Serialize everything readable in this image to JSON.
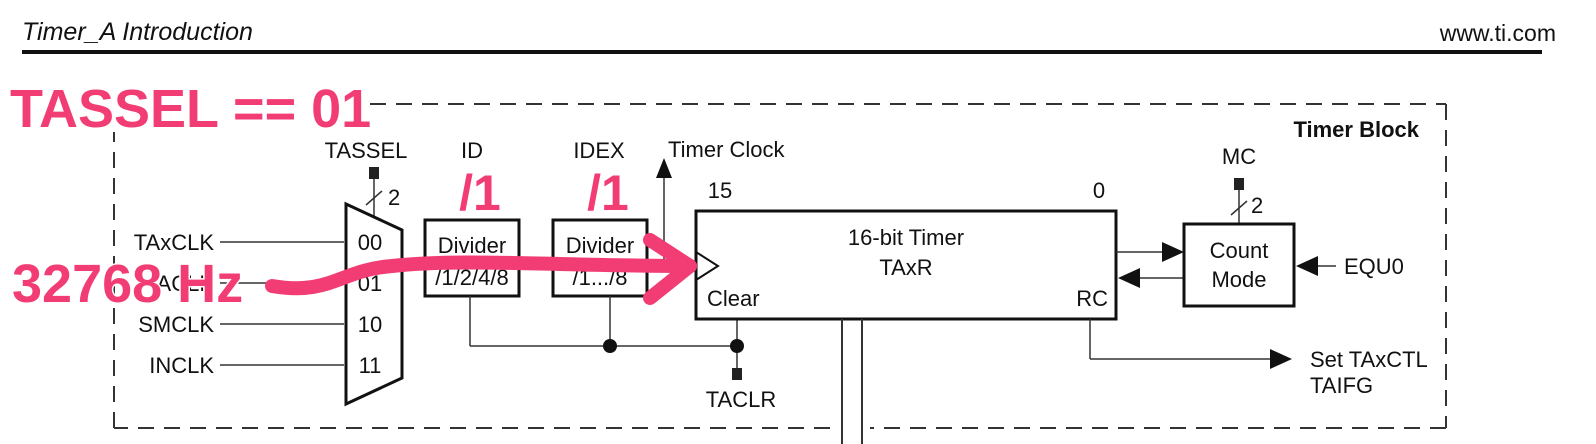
{
  "header": {
    "title": "Timer_A Introduction",
    "url": "www.ti.com"
  },
  "diagram": {
    "block_title": "Timer Block",
    "mux": {
      "label": "TASSEL",
      "bus_width": "2",
      "inputs": [
        {
          "signal": "TAxCLK",
          "code": "00"
        },
        {
          "signal": "ACLK",
          "code": "01"
        },
        {
          "signal": "SMCLK",
          "code": "10"
        },
        {
          "signal": "INCLK",
          "code": "11"
        }
      ]
    },
    "id_divider": {
      "control": "ID",
      "name": "Divider",
      "ratios": "/1/2/4/8"
    },
    "idex_divider": {
      "control": "IDEX",
      "name": "Divider",
      "ratios": "/1.../8"
    },
    "timer_clock_label": "Timer Clock",
    "timer": {
      "msb": "15",
      "lsb": "0",
      "line1": "16-bit Timer",
      "line2": "TAxR",
      "clear": "Clear",
      "rc": "RC"
    },
    "count_mode": {
      "control": "MC",
      "bus_width": "2",
      "line1": "Count",
      "line2": "Mode"
    },
    "equ0": "EQU0",
    "taclr": "TACLR",
    "output": {
      "line1": "Set TAxCTL",
      "line2": "TAIFG"
    }
  },
  "annotations": {
    "tassel_value": "TASSEL == 01",
    "id_value": "/1",
    "idex_value": "/1",
    "frequency": "32768 Hz",
    "color": "#f23d74"
  }
}
